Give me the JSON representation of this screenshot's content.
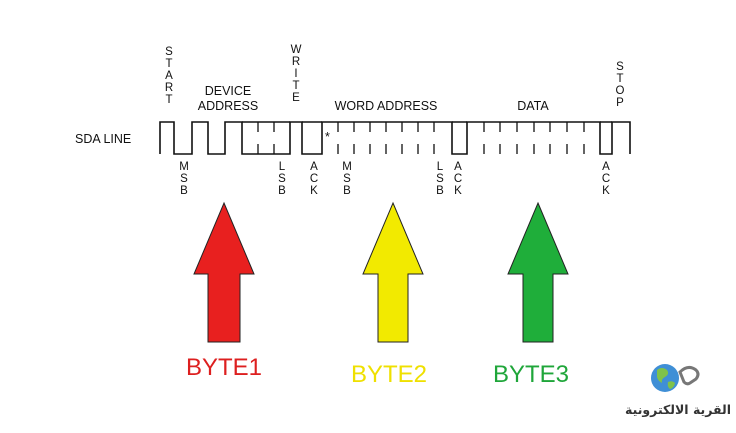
{
  "diagram": {
    "sda_line_label": "SDA LINE",
    "start_label": "START",
    "device_address_lines": [
      "DEVICE",
      "ADDRESS"
    ],
    "write_label": "WRITE",
    "word_address_label": "WORD ADDRESS",
    "data_label": "DATA",
    "stop_label": "STOP",
    "msb_label": "MSB",
    "lsb_label": "LSB",
    "ack_label": "ACK",
    "asterisk": "*"
  },
  "arrows": [
    {
      "label": "BYTE1",
      "color": "#e8201f",
      "text_color": "#dd1f1f"
    },
    {
      "label": "BYTE2",
      "color": "#f2ea00",
      "text_color": "#efe000"
    },
    {
      "label": "BYTE3",
      "color": "#1fae3a",
      "text_color": "#1fa63a"
    }
  ],
  "logo": {
    "caption": "القرية الالكترونية"
  }
}
